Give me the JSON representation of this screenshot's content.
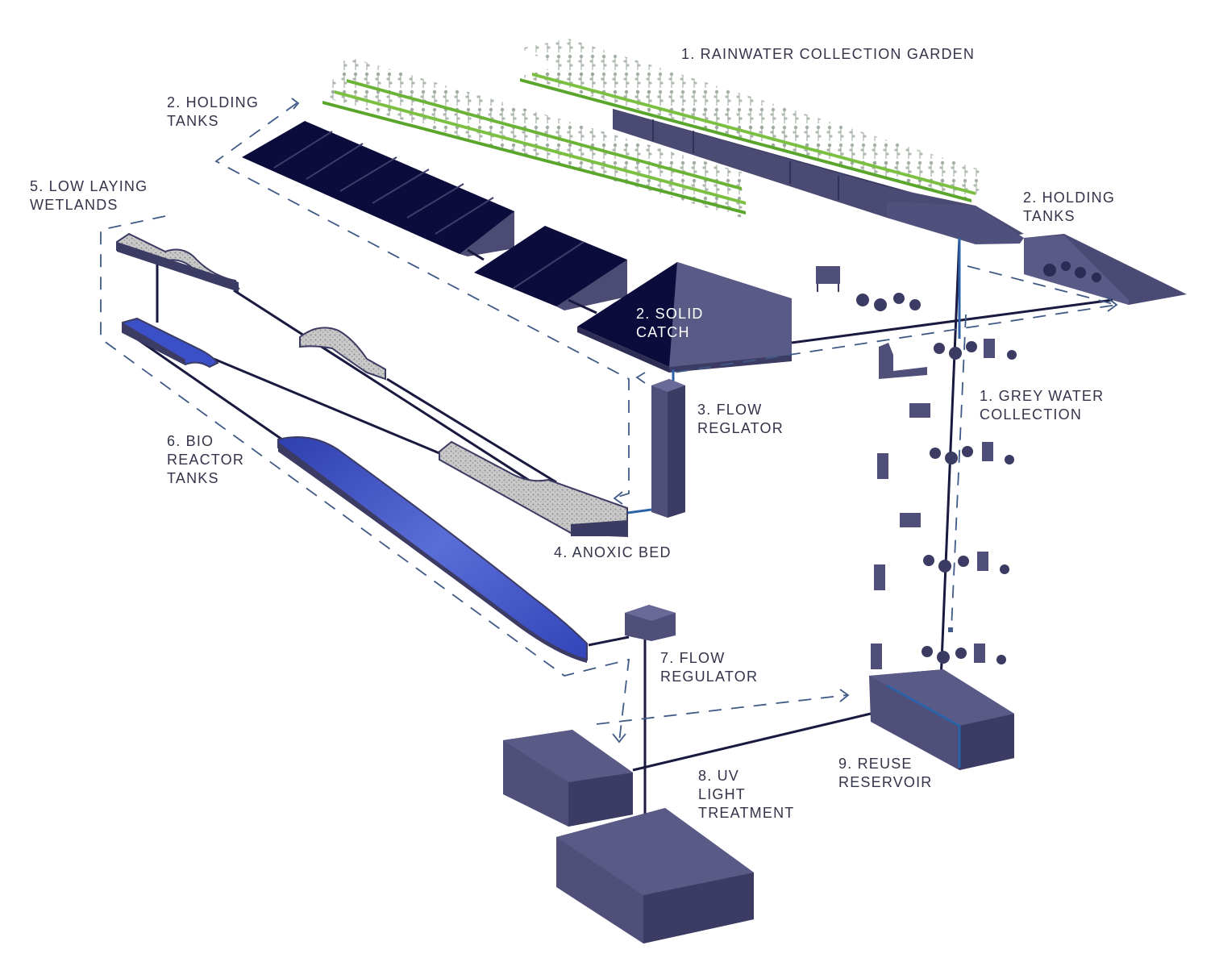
{
  "labels": {
    "rainwater_garden": "1. RAINWATER COLLECTION GARDEN",
    "holding_tanks_left": "2. HOLDING\nTANKS",
    "holding_tanks_right": "2. HOLDING\nTANKS",
    "solid_catch": "2. SOLID\nCATCH",
    "low_laying_wetlands": "5. LOW LAYING\nWETLANDS",
    "grey_water_collection": "1. GREY WATER\nCOLLECTION",
    "flow_regulator_3": "3. FLOW\nREGLATOR",
    "bio_reactor_tanks": "6. BIO\nREACTOR\nTANKS",
    "anoxic_bed": "4. ANOXIC BED",
    "flow_regulator_7": "7. FLOW\nREGULATOR",
    "reuse_reservoir": "9. REUSE\nRESERVOIR",
    "uv_light_treatment": "8. UV\nLIGHT\nTREATMENT"
  },
  "colors": {
    "tank_top": "#4f4f7a",
    "tank_side": "#3b3b63",
    "panel_dark": "#0c0c3c",
    "pipe": "#1a1a40",
    "flow_arrow": "#3f5a86",
    "water_blue": "#3b4fc6",
    "gravel": "#b8b8b8",
    "plant_green": "#5aa52c",
    "label_text": "#33334a"
  }
}
